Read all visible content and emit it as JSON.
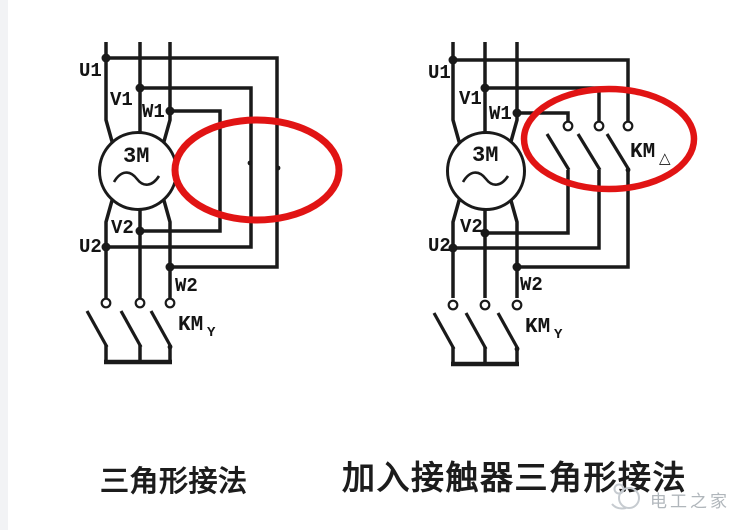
{
  "colors": {
    "wire": "#1a1a1a",
    "highlight_red": "#e11414",
    "caption_text": "#1c1c1c",
    "watermark_gray": "#b0b6bb",
    "left_border_strip": "#f2f3f5",
    "background": "#ffffff"
  },
  "captions": {
    "left": "三角形接法",
    "right": "加入接触器三角形接法"
  },
  "watermark": {
    "brand": "电工之家"
  },
  "left_diagram": {
    "name": "delta-connection",
    "motor_label": "3M",
    "terminals": {
      "u1": "U1",
      "v1": "V1",
      "w1": "W1",
      "v2": "V2",
      "u2": "U2",
      "w2": "W2"
    },
    "contactor_star": {
      "label": "KM",
      "subscript": "Y"
    }
  },
  "right_diagram": {
    "name": "delta-connection-with-contactor",
    "motor_label": "3M",
    "terminals": {
      "u1": "U1",
      "v1": "V1",
      "w1": "W1",
      "v2": "V2",
      "u2": "U2",
      "w2": "W2"
    },
    "contactor_delta": {
      "label": "KM",
      "subscript": "△"
    },
    "contactor_star": {
      "label": "KM",
      "subscript": "Y"
    }
  }
}
